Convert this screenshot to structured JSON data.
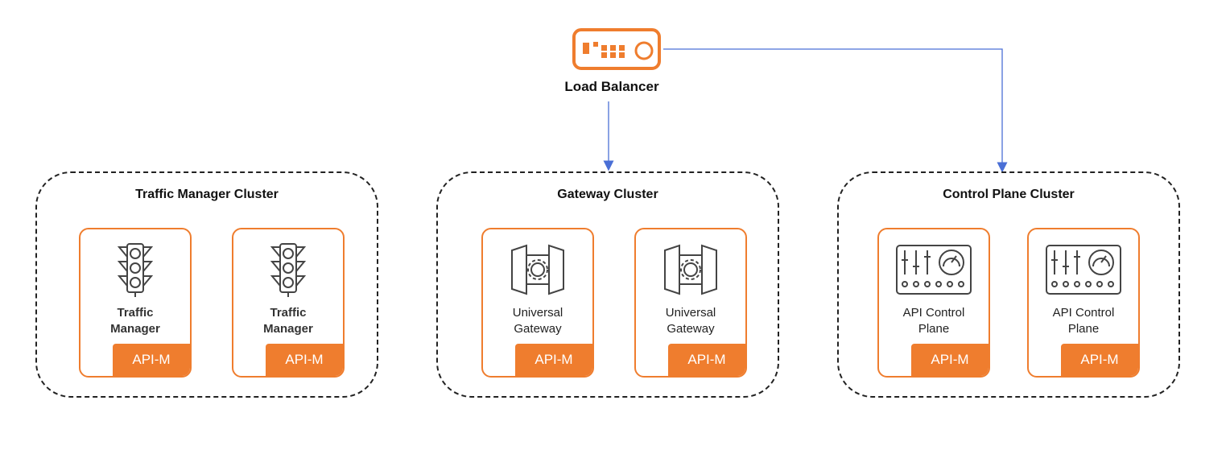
{
  "load_balancer": {
    "label": "Load Balancer",
    "icon": "load-balancer-icon"
  },
  "colors": {
    "accent": "#ef7d2e",
    "connector": "#4a6fd6",
    "border": "#222222"
  },
  "clusters": [
    {
      "title": "Traffic Manager Cluster",
      "cards": [
        {
          "label": "Traffic\nManager",
          "badge": "API-M",
          "icon": "traffic-light-icon"
        },
        {
          "label": "Traffic\nManager",
          "badge": "API-M",
          "icon": "traffic-light-icon"
        }
      ]
    },
    {
      "title": "Gateway Cluster",
      "cards": [
        {
          "label": "Universal\nGateway",
          "badge": "API-M",
          "icon": "gateway-icon"
        },
        {
          "label": "Universal\nGateway",
          "badge": "API-M",
          "icon": "gateway-icon"
        }
      ]
    },
    {
      "title": "Control Plane Cluster",
      "cards": [
        {
          "label": "API Control\nPlane",
          "badge": "API-M",
          "icon": "control-panel-icon"
        },
        {
          "label": "API Control\nPlane",
          "badge": "API-M",
          "icon": "control-panel-icon"
        }
      ]
    }
  ]
}
